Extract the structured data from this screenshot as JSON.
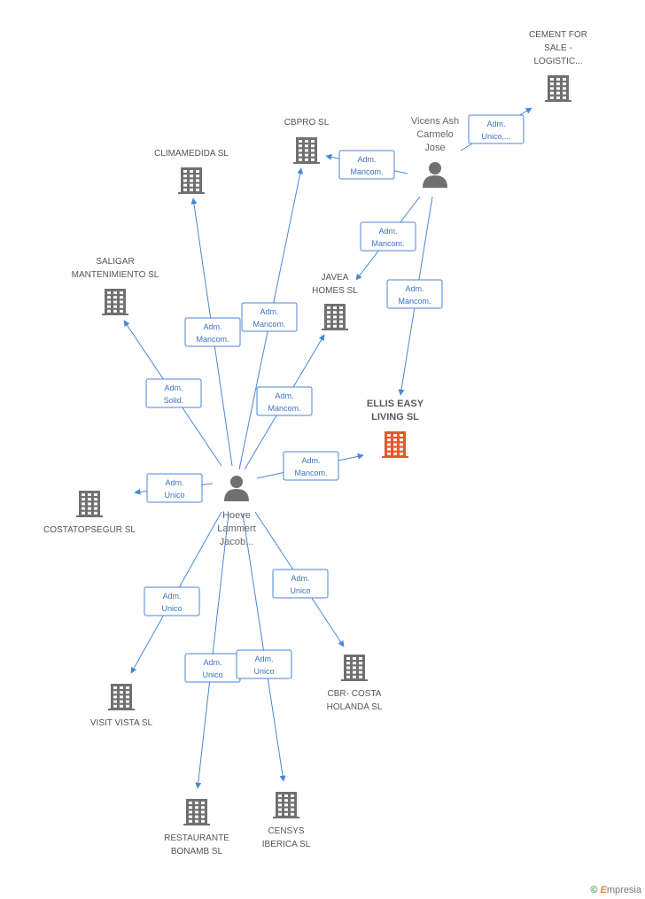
{
  "colors": {
    "edge": "#4a86d4",
    "building": "#707070",
    "focus_building": "#e8582a",
    "person": "#707070"
  },
  "nodes": [
    {
      "id": "cement",
      "type": "company",
      "lines": [
        "CEMENT FOR",
        "SALE -",
        "LOGISTIC..."
      ]
    },
    {
      "id": "cbpro",
      "type": "company",
      "lines": [
        "CBPRO SL"
      ]
    },
    {
      "id": "climamedida",
      "type": "company",
      "lines": [
        "CLIMAMEDIDA SL"
      ]
    },
    {
      "id": "saligar",
      "type": "company",
      "lines": [
        "SALIGAR",
        "MANTENIMIENTO SL"
      ]
    },
    {
      "id": "javea",
      "type": "company",
      "lines": [
        "JAVEA",
        "HOMES SL"
      ]
    },
    {
      "id": "ellis",
      "type": "company",
      "focus": true,
      "lines": [
        "ELLIS EASY",
        "LIVING SL"
      ]
    },
    {
      "id": "costatop",
      "type": "company",
      "lines": [
        "COSTATOPSEGUR SL"
      ]
    },
    {
      "id": "visit",
      "type": "company",
      "lines": [
        "VISIT VISTA SL"
      ]
    },
    {
      "id": "restaurante",
      "type": "company",
      "lines": [
        "RESTAURANTE",
        "BONAMB SL"
      ]
    },
    {
      "id": "censys",
      "type": "company",
      "lines": [
        "CENSYS",
        "IBERICA  SL"
      ]
    },
    {
      "id": "cbrcosta",
      "type": "company",
      "lines": [
        "CBR- COSTA",
        "HOLANDA SL"
      ]
    },
    {
      "id": "vicens",
      "type": "person",
      "lines": [
        "Vicens Ash",
        "Carmelo",
        "Jose"
      ]
    },
    {
      "id": "hoeve",
      "type": "person",
      "lines": [
        "Hoeve",
        "Lammert",
        "Jacob..."
      ]
    }
  ],
  "edges": [
    {
      "from": "vicens",
      "to": "cement",
      "label": [
        "Adm.",
        "Unico,..."
      ]
    },
    {
      "from": "vicens",
      "to": "cbpro",
      "label": [
        "Adm.",
        "Mancom."
      ]
    },
    {
      "from": "vicens",
      "to": "javea",
      "label": [
        "Adm.",
        "Mancom."
      ]
    },
    {
      "from": "vicens",
      "to": "ellis",
      "label": [
        "Adm.",
        "Mancom."
      ]
    },
    {
      "from": "hoeve",
      "to": "cbpro",
      "label": [
        "Adm.",
        "Mancom."
      ]
    },
    {
      "from": "hoeve",
      "to": "climamedida",
      "label": [
        "Adm.",
        "Mancom."
      ]
    },
    {
      "from": "hoeve",
      "to": "saligar",
      "label": [
        "Adm.",
        "Solid."
      ]
    },
    {
      "from": "hoeve",
      "to": "javea",
      "label": [
        "Adm.",
        "Mancom."
      ]
    },
    {
      "from": "hoeve",
      "to": "ellis",
      "label": [
        "Adm.",
        "Mancom."
      ]
    },
    {
      "from": "hoeve",
      "to": "costatop",
      "label": [
        "Adm.",
        "Unico"
      ]
    },
    {
      "from": "hoeve",
      "to": "visit",
      "label": [
        "Adm.",
        "Unico"
      ]
    },
    {
      "from": "hoeve",
      "to": "restaurante",
      "label": [
        "Adm.",
        "Unico"
      ]
    },
    {
      "from": "hoeve",
      "to": "censys",
      "label": [
        "Adm.",
        "Unico"
      ]
    },
    {
      "from": "hoeve",
      "to": "cbrcosta",
      "label": [
        "Adm.",
        "Unico"
      ]
    }
  ],
  "brand": {
    "copyright": "©",
    "initial": "E",
    "rest": "mpresia"
  }
}
